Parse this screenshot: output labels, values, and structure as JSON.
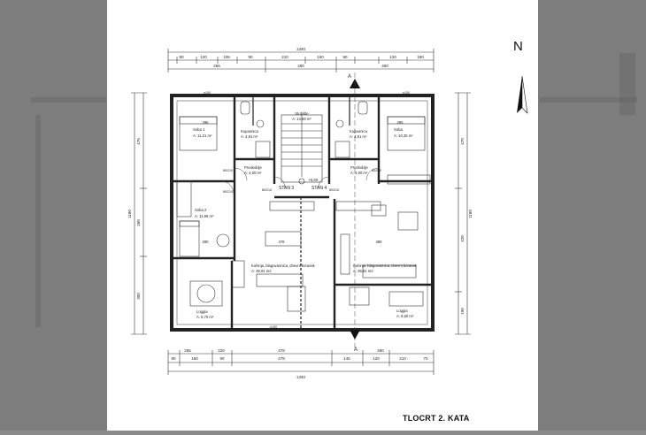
{
  "sheet_title": "TLOCRT 2. KATA",
  "north_label": "N",
  "dims": {
    "top_total": "1340",
    "top_seg1": [
      "90",
      "120",
      "105",
      "90",
      "210",
      "160",
      "90",
      "120",
      "150"
    ],
    "top_seg2": [
      "456",
      "260",
      "460"
    ],
    "bottom_total": "1340",
    "bottom_seg1": [
      "90",
      "160",
      "90",
      "478",
      "145",
      "120",
      "210",
      "70"
    ],
    "bottom_seg2": [
      "265",
      "220",
      "478",
      "460"
    ],
    "left_total": "1180",
    "left_seg": [
      "470",
      "260",
      "300"
    ],
    "right_total": "1180",
    "right_seg": [
      "470",
      "420",
      "190"
    ]
  },
  "section_label": "A",
  "levels": "+6,00",
  "rooms": {
    "soba1_name": "Soba 1",
    "soba1_area": "A: 11,21 m²",
    "soba1_w": "285",
    "kup1_name": "Kupaonica",
    "kup1_area": "A: 4,81 m²",
    "stub_name": "Stubište",
    "stub_area": "A: 14,60 m²",
    "kup2_name": "Kupaonica",
    "kup2_area": "A: 4,81 m²",
    "soba_name": "Soba",
    "soba_area": "A: 10,35 m²",
    "soba_w": "285",
    "pred1_name": "Predsoblje",
    "pred1_area": "A: 4,00 m²",
    "pred2_name": "Predsoblje",
    "pred2_area": "A: 4,00 m²",
    "stan3": "STAN 3",
    "stan4": "STAN 4",
    "soba2_name": "Soba 2",
    "soba2_area": "A: 11,96 m²",
    "soba2_w": "280",
    "kuh1_name": "Kuhinja, blagovaonica, dnevni boravak",
    "kuh1_area": "A: 36,91 m2",
    "kuh1_w": "478",
    "kuh2_name": "Kuhinja, blagovaonica, dnevni boravak",
    "kuh2_area": "A: 36,91 m2",
    "kuh2_w": "480",
    "log1_name": "Loggia",
    "log1_area": "A: 6,70 m²",
    "log2_name": "Loggia",
    "log2_area": "A: 6,50 m²",
    "door1": "80/210",
    "door2": "80/210",
    "door3": "80/210",
    "door4": "80/210",
    "door5": "80/210",
    "win_top1": "p100",
    "win_top2": "p100",
    "win_bot": "p100"
  }
}
